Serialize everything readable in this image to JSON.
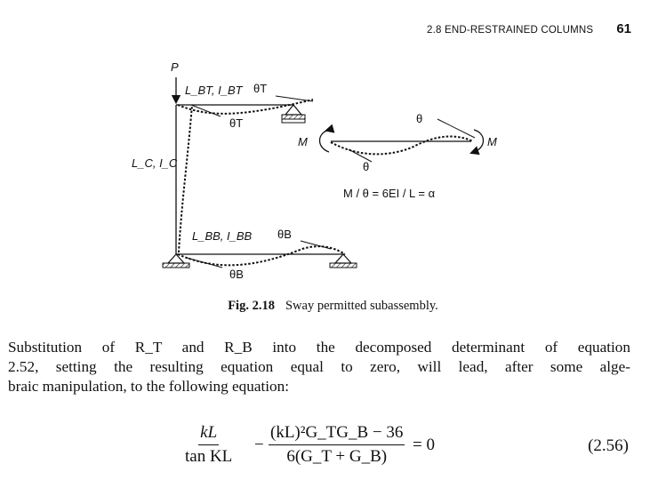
{
  "header": {
    "running_head": "2.8 END-RESTRAINED COLUMNS",
    "page_number": "61"
  },
  "figure": {
    "labels": {
      "load": "P",
      "top_beam": "L_BT, I_BT",
      "column": "L_C, I_C",
      "bottom_beam": "L_BB, I_BB",
      "theta_T": "θT",
      "theta_B": "θB",
      "theta": "θ",
      "moment": "M",
      "stiffness_relation": "M / θ = 6EI / L = α"
    },
    "caption_number": "Fig. 2.18",
    "caption_text": "Sway permitted subassembly."
  },
  "body": {
    "paragraph_lines": [
      "Substitution of R_T and R_B into the decomposed determinant of equation",
      "2.52, setting the resulting equation equal to zero, will lead, after some alge-",
      "braic manipulation, to the following equation:"
    ]
  },
  "equation": {
    "term1_numerator": "kL",
    "term1_denominator": "tan KL",
    "minus": "−",
    "term2_numerator": "(kL)²G_TG_B − 36",
    "term2_denominator": "6(G_T + G_B)",
    "equals_zero": "= 0",
    "number": "(2.56)"
  }
}
